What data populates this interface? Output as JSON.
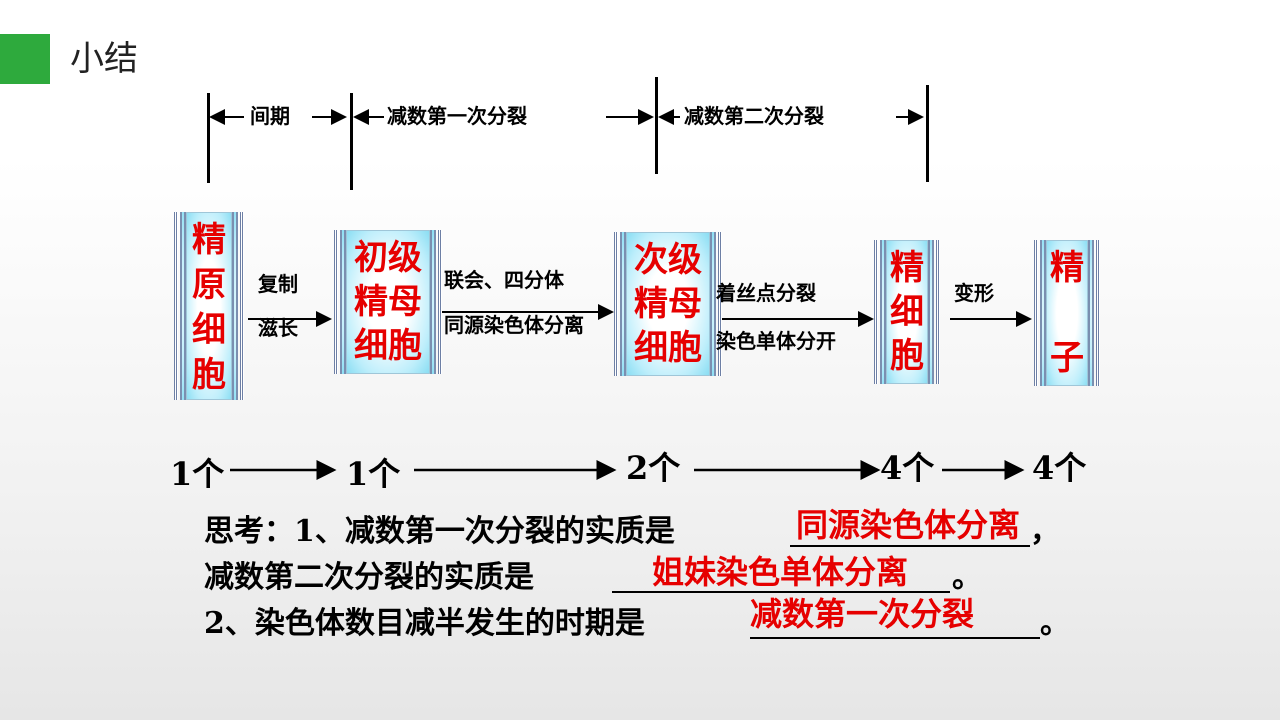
{
  "slide": {
    "title": "小结"
  },
  "phases": {
    "interphase": "间期",
    "meiosis1": "减数第一次分裂",
    "meiosis2": "减数第二次分裂"
  },
  "cells": {
    "spermatogonium": [
      "精",
      "原",
      "细",
      "胞"
    ],
    "primary": [
      "初级",
      "精母",
      "细胞"
    ],
    "secondary": [
      "次级",
      "精母",
      "细胞"
    ],
    "spermatid": [
      "精",
      "细",
      "胞"
    ],
    "sperm": [
      "精",
      "子"
    ]
  },
  "transitions": {
    "t1_top": "复制",
    "t1_bottom": "滋长",
    "t2_top": "联会、四分体",
    "t2_bottom": "同源染色体分离",
    "t3_top": "着丝点分裂",
    "t3_bottom": "染色单体分开",
    "t4": "变形"
  },
  "counts": [
    "1个",
    "1个",
    "2个",
    "4个",
    "4个"
  ],
  "questions": {
    "q1_prefix": "思考：1、减数第一次分裂的实质是",
    "q1_suffix": "，",
    "q1_answer": "同源染色体分离",
    "q2_prefix": "减数第二次分裂的实质是",
    "q2_suffix": "。",
    "q2_answer": "姐妹染色单体分离",
    "q3_prefix": "2、染色体数目减半发生的时期是",
    "q3_suffix": "。",
    "q3_answer": "减数第一次分裂"
  }
}
